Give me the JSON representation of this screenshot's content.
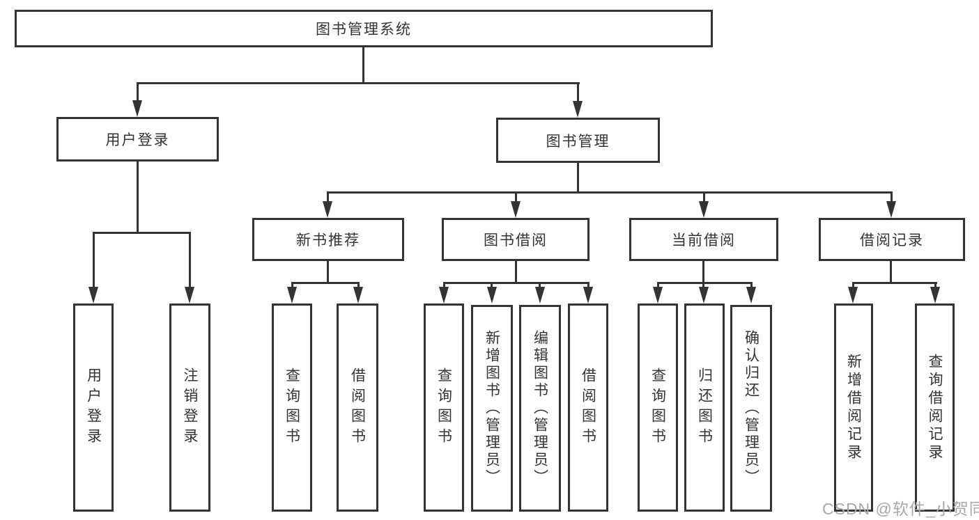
{
  "tree": {
    "label": "图书管理系统",
    "children": [
      {
        "label": "用户登录",
        "children": [
          {
            "label": "用户登录"
          },
          {
            "label": "注销登录"
          }
        ]
      },
      {
        "label": "图书管理",
        "children": [
          {
            "label": "新书推荐",
            "children": [
              {
                "label": "查询图书"
              },
              {
                "label": "借阅图书"
              }
            ]
          },
          {
            "label": "图书借阅",
            "children": [
              {
                "label": "查询图书"
              },
              {
                "label": "新增图书（管理员）"
              },
              {
                "label": "编辑图书（管理员）"
              },
              {
                "label": "借阅图书"
              }
            ]
          },
          {
            "label": "当前借阅",
            "children": [
              {
                "label": "查询图书"
              },
              {
                "label": "归还图书"
              },
              {
                "label": "确认归还（管理员）"
              }
            ]
          },
          {
            "label": "借阅记录",
            "children": [
              {
                "label": "新增借阅记录"
              },
              {
                "label": "查询借阅记录"
              }
            ]
          }
        ]
      }
    ]
  },
  "watermark": {
    "text": "CSDN @软件_小贺同学"
  },
  "colors": {
    "line": "#333333",
    "box_border": "#333333",
    "text": "#333333",
    "watermark": "#a8a8a8",
    "background": "#ffffff"
  }
}
